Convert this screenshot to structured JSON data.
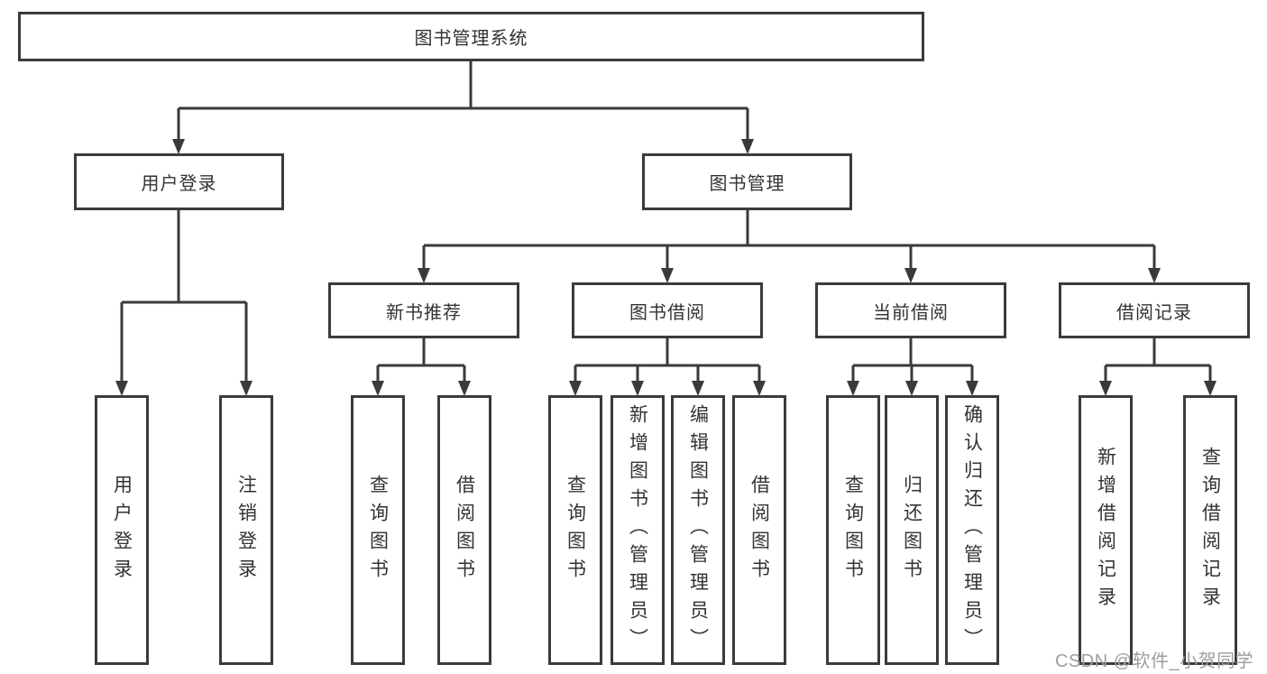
{
  "diagram": {
    "root": {
      "label": "图书管理系统"
    },
    "level2": [
      {
        "label": "用户登录"
      },
      {
        "label": "图书管理"
      }
    ],
    "level3": [
      {
        "label": "新书推荐"
      },
      {
        "label": "图书借阅"
      },
      {
        "label": "当前借阅"
      },
      {
        "label": "借阅记录"
      }
    ],
    "leaves": {
      "user_login": [
        {
          "label": "用户登录"
        },
        {
          "label": "注销登录"
        }
      ],
      "new_book_recommendation": [
        {
          "label": "查询图书"
        },
        {
          "label": "借阅图书"
        }
      ],
      "book_borrowing": [
        {
          "label": "查询图书"
        },
        {
          "label": "新增图书（管理员）"
        },
        {
          "label": "编辑图书（管理员）"
        },
        {
          "label": "借阅图书"
        }
      ],
      "current_borrowing": [
        {
          "label": "查询图书"
        },
        {
          "label": "归还图书"
        },
        {
          "label": "确认归还（管理员）"
        }
      ],
      "borrowing_records": [
        {
          "label": "新增借阅记录"
        },
        {
          "label": "查询借阅记录"
        }
      ]
    }
  },
  "watermark": {
    "text": "CSDN @软件_小贺同学"
  },
  "colors": {
    "line": "#3a3a3a",
    "text": "#333333",
    "background": "#ffffff",
    "watermark": "#9e9e9e"
  }
}
